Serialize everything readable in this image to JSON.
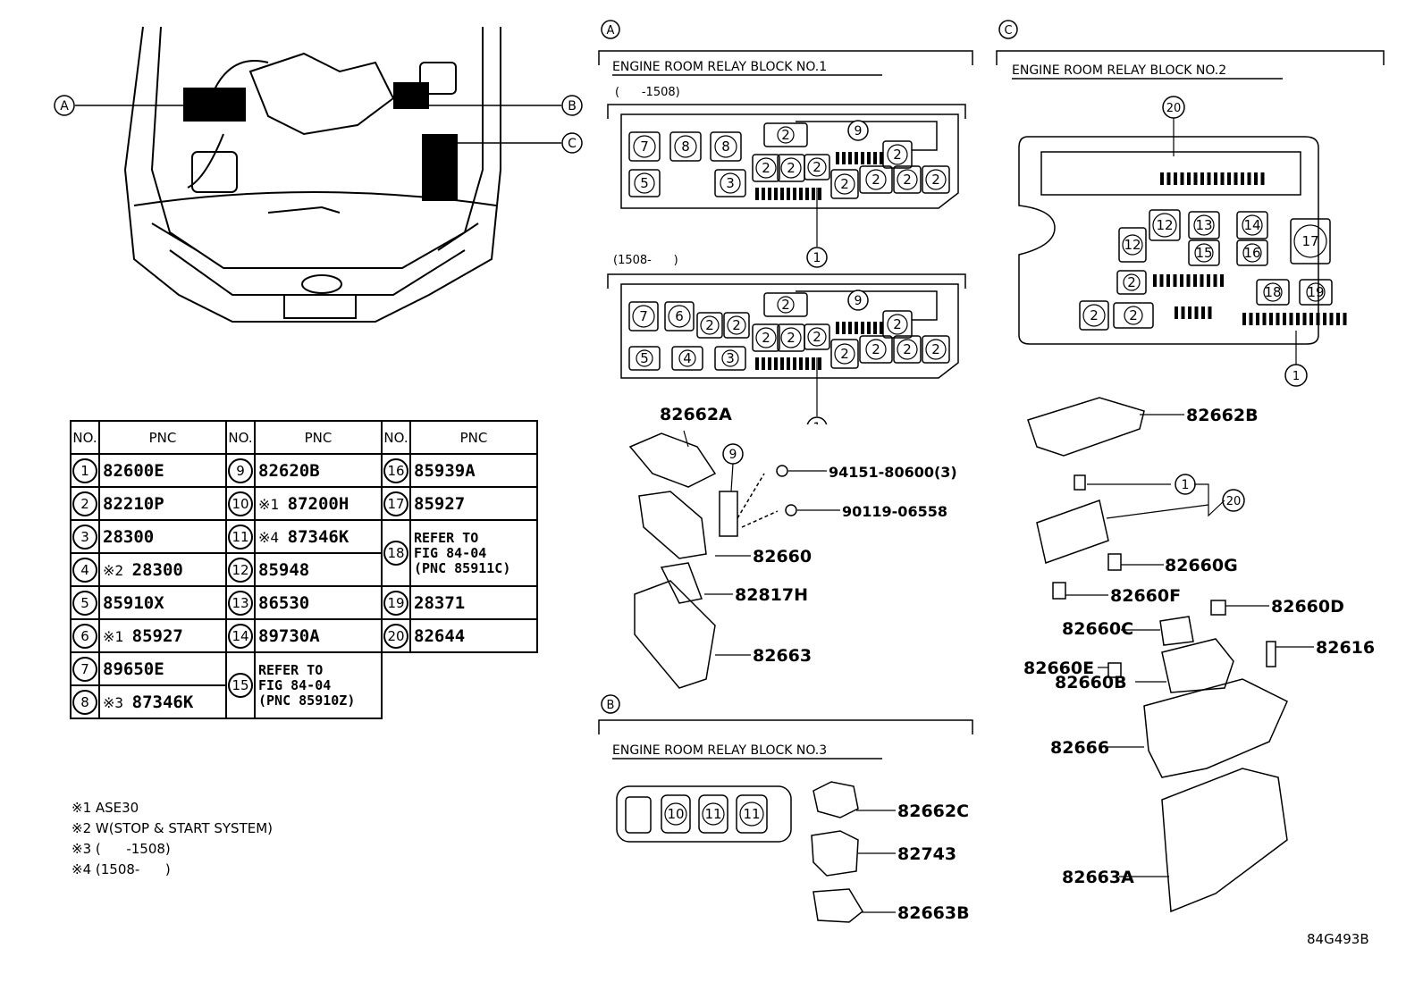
{
  "table": {
    "header": {
      "no": "NO.",
      "pnc": "PNC"
    },
    "rows": [
      [
        {
          "no": "1",
          "pnc": "82600E"
        },
        {
          "no": "9",
          "pnc": "82620B"
        },
        {
          "no": "16",
          "pnc": "85939A"
        }
      ],
      [
        {
          "no": "2",
          "pnc": "82210P"
        },
        {
          "no": "10",
          "mark": "※1",
          "pnc": "87200H"
        },
        {
          "no": "17",
          "pnc": "85927"
        }
      ],
      [
        {
          "no": "3",
          "pnc": "28300"
        },
        {
          "no": "11",
          "mark": "※4",
          "pnc": "87346K"
        },
        {
          "no": "18",
          "refer": [
            "REFER TO",
            "FIG 84-04",
            "(PNC 85911C)"
          ]
        }
      ],
      [
        {
          "no": "4",
          "mark": "※2",
          "pnc": "28300"
        },
        {
          "no": "12",
          "pnc": "85948"
        }
      ],
      [
        {
          "no": "5",
          "pnc": "85910X"
        },
        {
          "no": "13",
          "pnc": "86530"
        },
        {
          "no": "19",
          "pnc": "28371"
        }
      ],
      [
        {
          "no": "6",
          "mark": "※1",
          "pnc": "85927"
        },
        {
          "no": "14",
          "pnc": "89730A"
        },
        {
          "no": "20",
          "pnc": "82644"
        }
      ],
      [
        {
          "no": "7",
          "pnc": "89650E"
        },
        {
          "no": "15",
          "refer": [
            "REFER TO",
            "FIG 84-04",
            "(PNC 85910Z)"
          ]
        }
      ],
      [
        {
          "no": "8",
          "mark": "※3",
          "pnc": "87346K"
        }
      ]
    ]
  },
  "notes": [
    "※1 ASE30",
    "※2 W(STOP & START SYSTEM)",
    "※3 (      -1508)",
    "※4 (1508-      )"
  ],
  "callouts": {
    "a": "A",
    "b": "B",
    "c": "C"
  },
  "sections": {
    "a_title": "ENGINE ROOM RELAY BLOCK NO.1",
    "a_range1": "(      -1508)",
    "a_range2": "(1508-      )",
    "b_title": "ENGINE ROOM RELAY BLOCK NO.3",
    "c_title": "ENGINE ROOM RELAY BLOCK NO.2"
  },
  "part_labels": {
    "p82662A": "82662A",
    "p94151": "94151-80600(3)",
    "p90119": "90119-06558",
    "p82660": "82660",
    "p82817H": "82817H",
    "p82663": "82663",
    "p82662C": "82662C",
    "p82743": "82743",
    "p82663B": "82663B",
    "p82662B": "82662B",
    "p82660G": "82660G",
    "p82660F": "82660F",
    "p82660D": "82660D",
    "p82660C": "82660C",
    "p82660E": "82660E",
    "p82616": "82616",
    "p82660B": "82660B",
    "p82666": "82666",
    "p82663A": "82663A"
  },
  "figure_id": "84G493B"
}
